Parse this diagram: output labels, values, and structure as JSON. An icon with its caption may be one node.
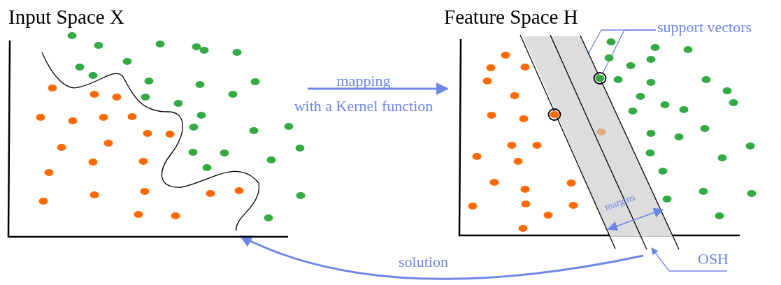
{
  "diagram": {
    "nodes": [
      {
        "text": [
          "Input Space X"
        ]
      },
      {
        "text": [
          "Feature Space H"
        ]
      },
      {
        "text": [
          "support vectors"
        ],
        "in": 1
      },
      {
        "text": [],
        "shape": "circle",
        "in": 1
      },
      {
        "text": [],
        "shape": "circle",
        "in": 1
      },
      {
        "text": [
          "OSH"
        ]
      },
      {
        "text": [],
        "shape": "line",
        "in": 1
      },
      {
        "text": [],
        "shape": "line",
        "in": 0
      }
    ],
    "edges": [
      {
        "from": 0,
        "to": 1,
        "arrow": "to",
        "label": "mapping with a Kernel function",
        "style": "thick"
      },
      {
        "from": 2,
        "to": 3,
        "arrow": "none"
      },
      {
        "from": 2,
        "to": 4,
        "arrow": "none"
      },
      {
        "from": 5,
        "to": 6,
        "arrow": "to"
      },
      {
        "from": 6,
        "to": 7,
        "arrow": "to",
        "label": "solution",
        "style": "thick"
      }
    ],
    "labels": [
      "margins"
    ]
  }
}
